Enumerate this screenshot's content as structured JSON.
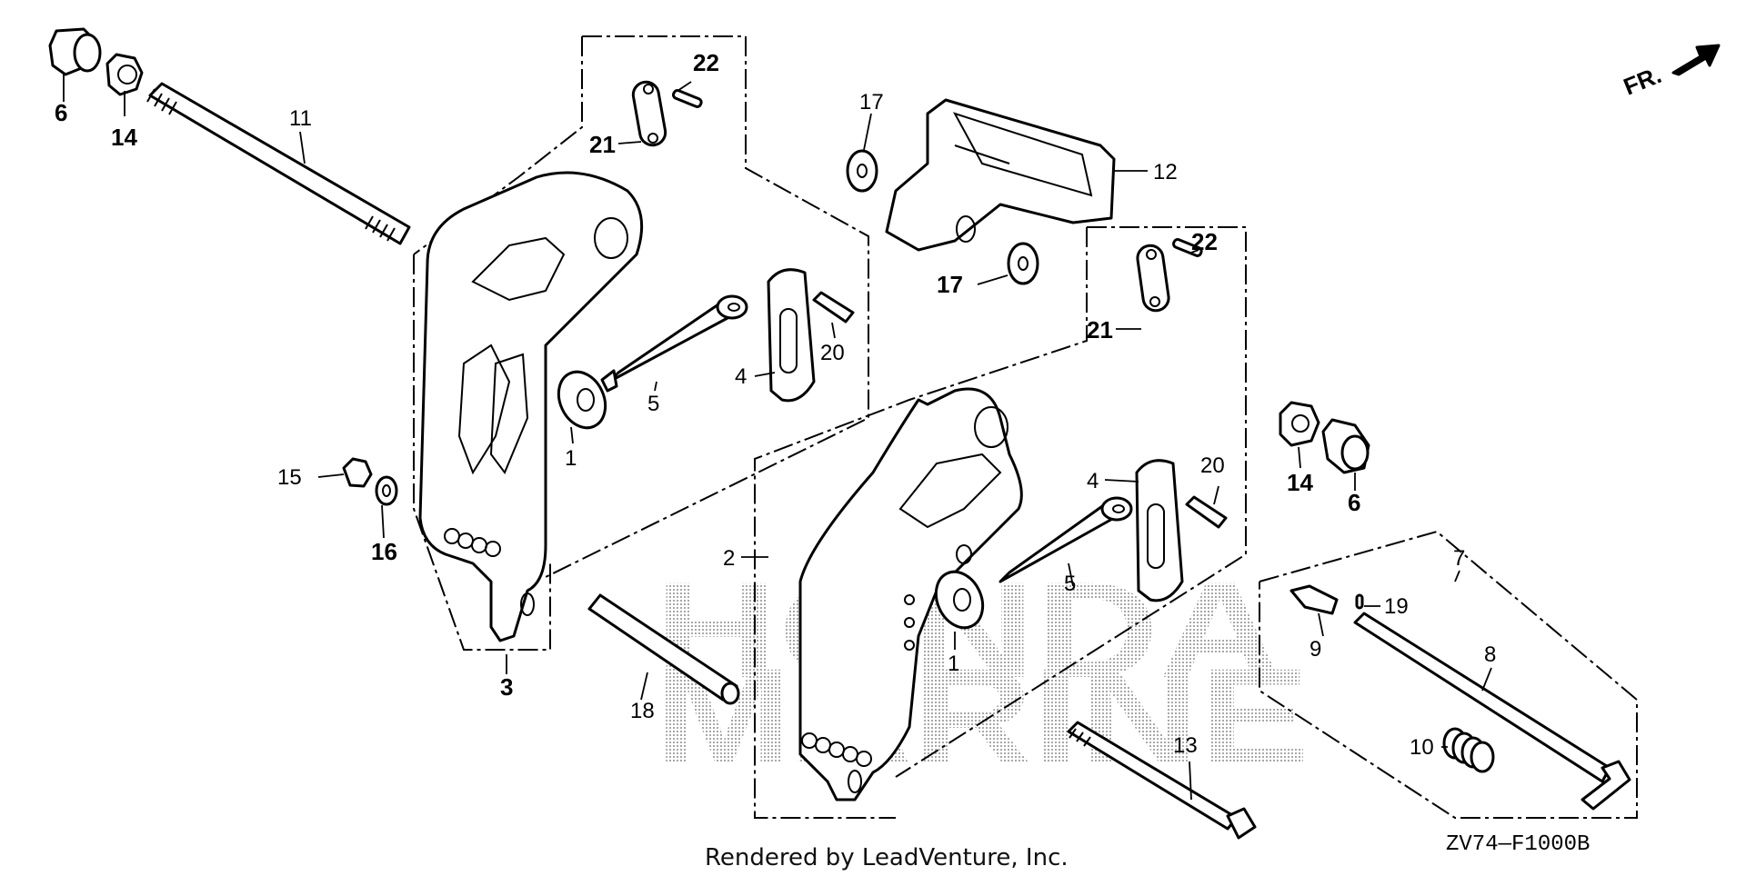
{
  "diagram": {
    "callouts": [
      {
        "id": "c6a",
        "text": "6"
      },
      {
        "id": "c14a",
        "text": "14"
      },
      {
        "id": "c11",
        "text": "11"
      },
      {
        "id": "c22a",
        "text": "22"
      },
      {
        "id": "c21a",
        "text": "21"
      },
      {
        "id": "c17a",
        "text": "17"
      },
      {
        "id": "c12",
        "text": "12"
      },
      {
        "id": "c17b",
        "text": "17"
      },
      {
        "id": "c22b",
        "text": "22"
      },
      {
        "id": "c21b",
        "text": "21"
      },
      {
        "id": "c20a",
        "text": "20"
      },
      {
        "id": "c4a",
        "text": "4"
      },
      {
        "id": "c5a",
        "text": "5"
      },
      {
        "id": "c1a",
        "text": "1"
      },
      {
        "id": "c15",
        "text": "15"
      },
      {
        "id": "c16",
        "text": "16"
      },
      {
        "id": "c3",
        "text": "3"
      },
      {
        "id": "c14b",
        "text": "14"
      },
      {
        "id": "c6b",
        "text": "6"
      },
      {
        "id": "c4b",
        "text": "4"
      },
      {
        "id": "c20b",
        "text": "20"
      },
      {
        "id": "c2",
        "text": "2"
      },
      {
        "id": "c5b",
        "text": "5"
      },
      {
        "id": "c1b",
        "text": "1"
      },
      {
        "id": "c7",
        "text": "7"
      },
      {
        "id": "c19",
        "text": "19"
      },
      {
        "id": "c9",
        "text": "9"
      },
      {
        "id": "c8",
        "text": "8"
      },
      {
        "id": "c10",
        "text": "10"
      },
      {
        "id": "c18",
        "text": "18"
      },
      {
        "id": "c13",
        "text": "13"
      }
    ],
    "direction_label": "FR.",
    "drawing_code": "ZV74—F1000B",
    "credit": "Rendered by LeadVenture, Inc.",
    "watermark": [
      "HONDA",
      "MARINE"
    ]
  }
}
